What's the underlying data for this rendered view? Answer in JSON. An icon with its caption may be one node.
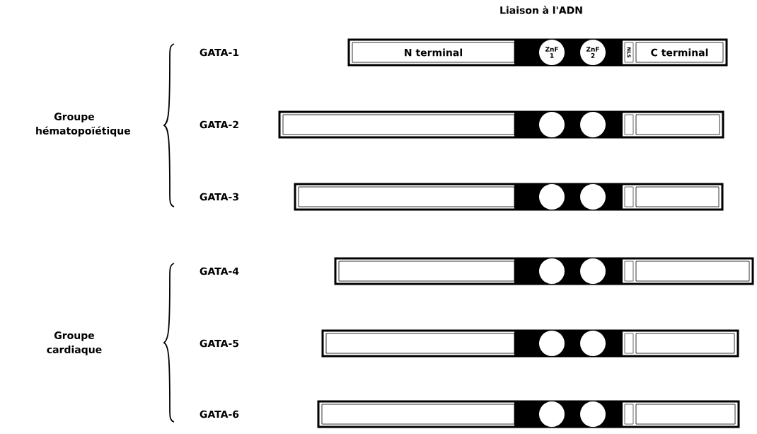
{
  "diagram": {
    "nodes": [
      {
        "text": [
          "N terminal"
        ]
      },
      {
        "text": [
          "ZnF 1"
        ]
      },
      {
        "text": [
          "ZnF 2"
        ]
      },
      {
        "text": [
          "NLS"
        ]
      },
      {
        "text": [
          "C terminal"
        ]
      },
      {
        "text": [],
        "shape": "box"
      },
      {
        "text": [],
        "shape": "circle"
      },
      {
        "text": [],
        "shape": "circle"
      },
      {
        "text": [],
        "shape": "box"
      },
      {
        "text": [],
        "shape": "box"
      },
      {
        "text": [],
        "shape": "box"
      },
      {
        "text": [],
        "shape": "circle"
      },
      {
        "text": [],
        "shape": "circle"
      },
      {
        "text": [],
        "shape": "box"
      },
      {
        "text": [],
        "shape": "box"
      },
      {
        "text": [],
        "shape": "box"
      },
      {
        "text": [],
        "shape": "circle"
      },
      {
        "text": [],
        "shape": "circle"
      },
      {
        "text": [],
        "shape": "box"
      },
      {
        "text": [],
        "shape": "box"
      },
      {
        "text": [],
        "shape": "box"
      },
      {
        "text": [],
        "shape": "circle"
      },
      {
        "text": [],
        "shape": "circle"
      },
      {
        "text": [],
        "shape": "box"
      },
      {
        "text": [],
        "shape": "box"
      },
      {
        "text": [],
        "shape": "box"
      },
      {
        "text": [],
        "shape": "circle"
      },
      {
        "text": [],
        "shape": "circle"
      },
      {
        "text": [],
        "shape": "box"
      },
      {
        "text": [],
        "shape": "box"
      }
    ],
    "labels": [
      "Liaison à l'ADN",
      "GATA-1",
      "Groupe hématopoïétique",
      "GATA-2",
      "GATA-3",
      "GATA-4",
      "Groupe cardiaque",
      "GATA-5",
      "GATA-6"
    ]
  }
}
